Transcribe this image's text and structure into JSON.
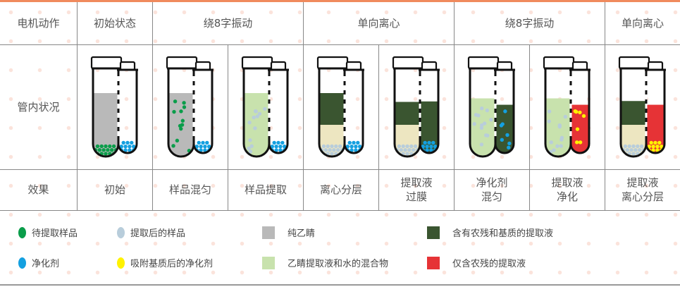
{
  "header": {
    "row_label": "电机动作",
    "groups": [
      {
        "label": "初始状态",
        "span": 1
      },
      {
        "label": "绕8字振动",
        "span": 2
      },
      {
        "label": "单向离心",
        "span": 2
      },
      {
        "label": "绕8字振动",
        "span": 2
      },
      {
        "label": "单向离心",
        "span": 1
      }
    ]
  },
  "tube_row_label": "管内状况",
  "effect_row_label": "效果",
  "colors": {
    "green": "#0a9d4a",
    "grayblue": "#b8cddb",
    "gray": "#b9b9b9",
    "darkgreen": "#3a5530",
    "blue": "#14a0e0",
    "yellow": "#fff200",
    "lightgreen": "#c8e2ad",
    "red": "#e63336",
    "beige": "#ede6c1"
  },
  "stages": [
    {
      "effect": [
        "初始"
      ],
      "big": {
        "layers": [
          [
            "gray",
            0.72
          ]
        ],
        "dots": "green",
        "mode": "cluster"
      },
      "small": {
        "layers": [],
        "dots": "blue",
        "mode": "cluster"
      }
    },
    {
      "effect": [
        "样品混匀"
      ],
      "big": {
        "layers": [
          [
            "gray",
            0.72
          ]
        ],
        "dots": "green",
        "mode": "scatter"
      },
      "small": {
        "layers": [],
        "dots": "blue",
        "mode": "cluster"
      }
    },
    {
      "effect": [
        "样品提取"
      ],
      "big": {
        "layers": [
          [
            "lightgreen",
            0.72
          ]
        ],
        "dots": "grayblue",
        "mode": "scatter"
      },
      "small": {
        "layers": [],
        "dots": "blue",
        "mode": "cluster"
      }
    },
    {
      "effect": [
        "离心分层"
      ],
      "big": {
        "layers": [
          [
            "darkgreen",
            0.72
          ],
          [
            "beige",
            0.36
          ]
        ],
        "dots": "grayblue",
        "mode": "cluster"
      },
      "small": {
        "layers": [],
        "dots": "blue",
        "mode": "cluster"
      }
    },
    {
      "effect": [
        "提取液",
        "过膜"
      ],
      "big": {
        "layers": [
          [
            "darkgreen",
            0.62
          ],
          [
            "beige",
            0.36
          ]
        ],
        "dots": "grayblue",
        "mode": "cluster"
      },
      "small": {
        "layers": [
          [
            "darkgreen",
            0.62
          ]
        ],
        "dots": "blue",
        "mode": "cluster"
      }
    },
    {
      "effect": [
        "净化剂",
        "混匀"
      ],
      "big": {
        "layers": [
          [
            "lightgreen",
            0.66
          ]
        ],
        "dots": "grayblue",
        "mode": "scatter"
      },
      "small": {
        "layers": [
          [
            "darkgreen",
            0.58
          ]
        ],
        "dots": "blue",
        "mode": "scatter"
      }
    },
    {
      "effect": [
        "提取液",
        "净化"
      ],
      "big": {
        "layers": [
          [
            "lightgreen",
            0.66
          ]
        ],
        "dots": "grayblue",
        "mode": "scatter"
      },
      "small": {
        "layers": [
          [
            "red",
            0.58
          ]
        ],
        "dots": "yellow",
        "mode": "scatter"
      }
    },
    {
      "effect": [
        "提取液",
        "离心分层"
      ],
      "big": {
        "layers": [
          [
            "darkgreen",
            0.63
          ],
          [
            "beige",
            0.36
          ]
        ],
        "dots": "grayblue",
        "mode": "cluster"
      },
      "small": {
        "layers": [
          [
            "red",
            0.58
          ]
        ],
        "dots": "yellow",
        "mode": "cluster"
      }
    }
  ],
  "legend": [
    {
      "label": "待提取样品",
      "color": "green",
      "shape": "circle"
    },
    {
      "label": "提取后的样品",
      "color": "grayblue",
      "shape": "circle"
    },
    {
      "label": "纯乙睛",
      "color": "gray",
      "shape": "square"
    },
    {
      "label": "含有农残和基质的提取液",
      "color": "darkgreen",
      "shape": "square"
    },
    {
      "label": "净化剂",
      "color": "blue",
      "shape": "circle"
    },
    {
      "label": "吸附基质后的净化剂",
      "color": "yellow",
      "shape": "circle"
    },
    {
      "label": "乙睛提取液和水的混合物",
      "color": "lightgreen",
      "shape": "square"
    },
    {
      "label": "仅含农残的提取液",
      "color": "red",
      "shape": "square"
    }
  ]
}
